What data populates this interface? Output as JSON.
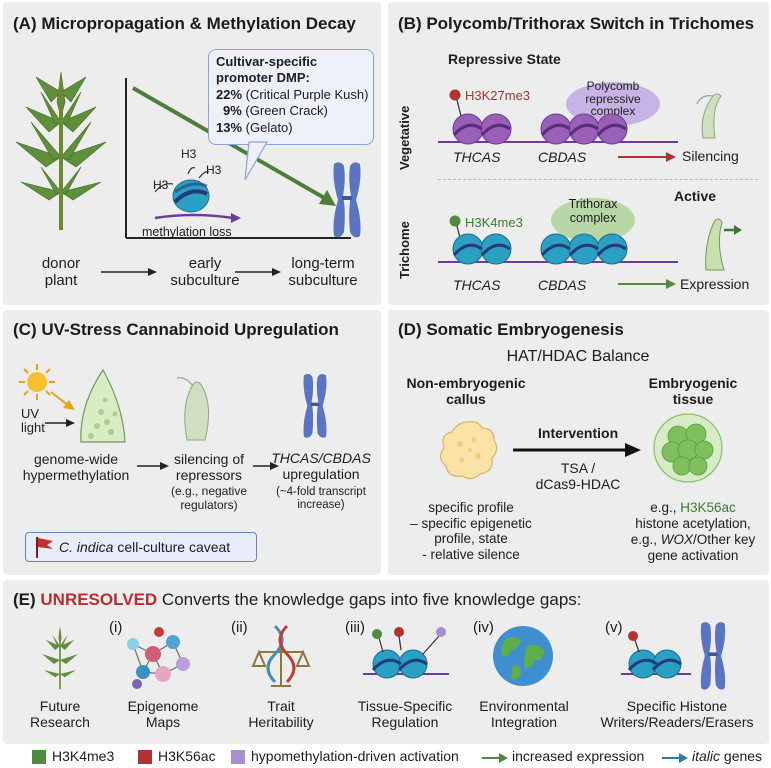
{
  "panelA": {
    "title": "(A) Micropropagation & Methylation Decay",
    "callout_title1": "Cultivar-specific",
    "callout_title2": "promoter DMP:",
    "dmp": [
      {
        "pct": "22%",
        "name": "(Critical Purple Kush)"
      },
      {
        "pct": "9%",
        "name": "(Green Crack)"
      },
      {
        "pct": "13%",
        "name": "(Gelato)"
      }
    ],
    "h3": "H3",
    "methylation_loss": "methylation loss",
    "stages": [
      "donor\nplant",
      "early\nsubculture",
      "long-term\nsubculture"
    ]
  },
  "panelB": {
    "title": "(B) Polycomb/Trithorax Switch in Trichomes",
    "repressive_state": "Repressive State",
    "vegetative": "Vegetative",
    "trichome": "Trichome",
    "h3k27": "H3K27me3",
    "h3k4": "H3K4me3",
    "polycomb": "Polycomb\nrepressive\ncomplex",
    "trithorax": "Trithorax\ncomplex",
    "thcas": "THCAS",
    "cbdas": "CBDAS",
    "silencing": "Silencing",
    "active": "Active",
    "expression": "Expression"
  },
  "panelC": {
    "title": "(C) UV-Stress Cannabinoid Upregulation",
    "uv": "UV\nlight",
    "step1": "genome-wide\nhypermethylation",
    "step2": "silencing of\nrepressors",
    "step2_sub": "(e.g., negative\nregulators)",
    "step3_genes": "THCAS/CBDAS",
    "step3": "upregulation",
    "step3_sub": "(~4-fold transcript\nincrease)",
    "caveat_species": "C. indica",
    "caveat_text": " cell-culture caveat"
  },
  "panelD": {
    "title": "(D) Somatic Embryogenesis",
    "subtitle": "HAT/HDAC Balance",
    "left_title": "Non-embryogenic\ncallus",
    "right_title": "Embryogenic\ntissue",
    "intervention": "Intervention",
    "tsa": "TSA /\ndCas9-HDAC",
    "left_desc": "specific profile\n– specific epigenetic\nprofile, state\n- relative silence",
    "right_eg": "e.g., ",
    "right_mark": "H3K56ac",
    "right_desc1": "histone acetylation,",
    "right_eg2": "e.g., ",
    "right_gene": "WOX",
    "right_desc2": "/Other key",
    "right_desc3": "gene activation"
  },
  "panelE": {
    "title_prefix": "(E) ",
    "unresolved": "UNRESOLVED",
    "title_rest": " Converts the knowledge gaps into five knowledge gaps:",
    "items": [
      {
        "roman": "",
        "label": "Future\nResearch"
      },
      {
        "roman": "(i)",
        "label": "Epigenome\nMaps"
      },
      {
        "roman": "(ii)",
        "label": "Trait\nHeritability"
      },
      {
        "roman": "(iii)",
        "label": "Tissue-Specific\nRegulation"
      },
      {
        "roman": "(iv)",
        "label": "Environmental\nIntegration"
      },
      {
        "roman": "(v)",
        "label": "Specific Histone\nWriters/Readers/Erasers"
      }
    ]
  },
  "legend": {
    "h3k4": "H3K4me3",
    "h3k56": "H3K56ac",
    "hypo": "hypomethylation-driven activation",
    "increased": "increased expression",
    "italic": "italic",
    "genes": " genes"
  },
  "colors": {
    "green": "#4f8a3f",
    "red": "#b23131",
    "purple": "#a98fd0",
    "nucleosome_blue": "#2aa0c4",
    "nucleosome_purple": "#9a5fb6",
    "chromosome": "#5a74c2"
  }
}
